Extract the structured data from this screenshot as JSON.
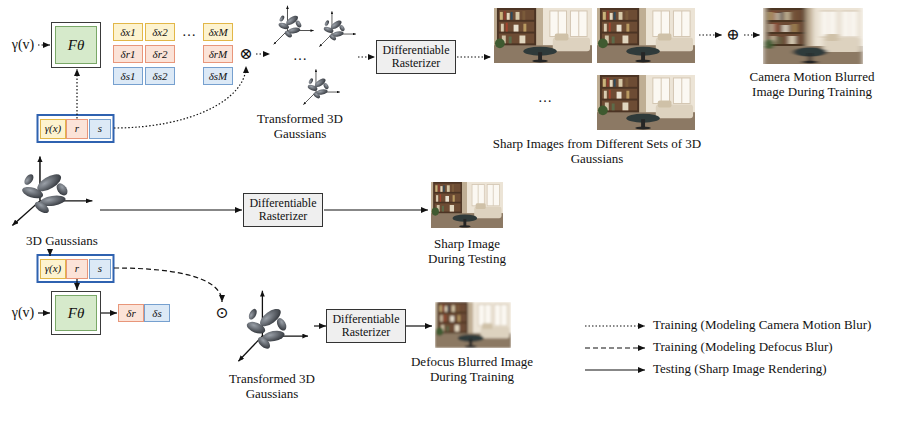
{
  "diagram": {
    "nodes": [
      {
        "text": [
          "Fθ"
        ]
      },
      {
        "text": [
          "δx1"
        ]
      },
      {
        "text": [
          "δr1"
        ]
      },
      {
        "text": [
          "δs1"
        ]
      },
      {
        "text": [
          "δx2"
        ]
      },
      {
        "text": [
          "δr2"
        ]
      },
      {
        "text": [
          "δs2"
        ]
      },
      {
        "text": [
          "δxM"
        ]
      },
      {
        "text": [
          "δrM"
        ]
      },
      {
        "text": [
          "δsM"
        ]
      },
      {
        "text": [
          "Differentiable Rasterizer"
        ]
      },
      {
        "text": [
          "γ(x)"
        ]
      },
      {
        "text": [
          "r"
        ]
      },
      {
        "text": [
          "s"
        ]
      },
      {
        "text": [
          "Differentiable Rasterizer"
        ]
      },
      {
        "text": [
          "γ(x)"
        ]
      },
      {
        "text": [
          "r"
        ]
      },
      {
        "text": [
          "s"
        ]
      },
      {
        "text": [
          "Fθ"
        ]
      },
      {
        "text": [
          "δr"
        ]
      },
      {
        "text": [
          "δs"
        ]
      },
      {
        "text": [
          "Differentiable Rasterizer"
        ]
      }
    ],
    "edges": [
      {
        "from": 12,
        "to": 0,
        "arrow": "to"
      },
      {
        "from": 16,
        "to": 18,
        "arrow": "to"
      },
      {
        "from": 18,
        "to": 19,
        "arrow": "to"
      }
    ],
    "labels": [
      "γ(v)",
      "…",
      "⊗",
      "Transformed 3D Gaussians",
      "…",
      "…",
      "Sharp Images from Different Sets of 3D Gaussians",
      "⊕",
      "Camera Motion Blurred Image During Training",
      "3D Gaussians",
      "Sharp Image During Testing",
      "γ(v)",
      "⊙",
      "Transformed 3D Gaussians",
      "Defocus Blurred Image During Training"
    ],
    "legend": [
      {
        "text": "Training (Modeling Camera Motion Blur)"
      },
      {
        "text": "Training (Modeling Defocus Blur)"
      },
      {
        "text": "Testing (Sharp Image Rendering)"
      }
    ]
  }
}
